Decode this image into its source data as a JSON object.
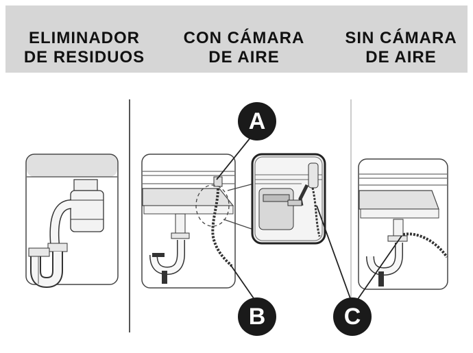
{
  "headers": {
    "col1": {
      "line1": "ELIMINADOR",
      "line2": "DE RESIDUOS"
    },
    "col2": {
      "line1": "CON CÁMARA",
      "line2": "DE AIRE"
    },
    "col3": {
      "line1": "SIN CÁMARA",
      "line2": "DE AIRE"
    }
  },
  "callouts": {
    "a": "A",
    "b": "B",
    "c": "C"
  }
}
